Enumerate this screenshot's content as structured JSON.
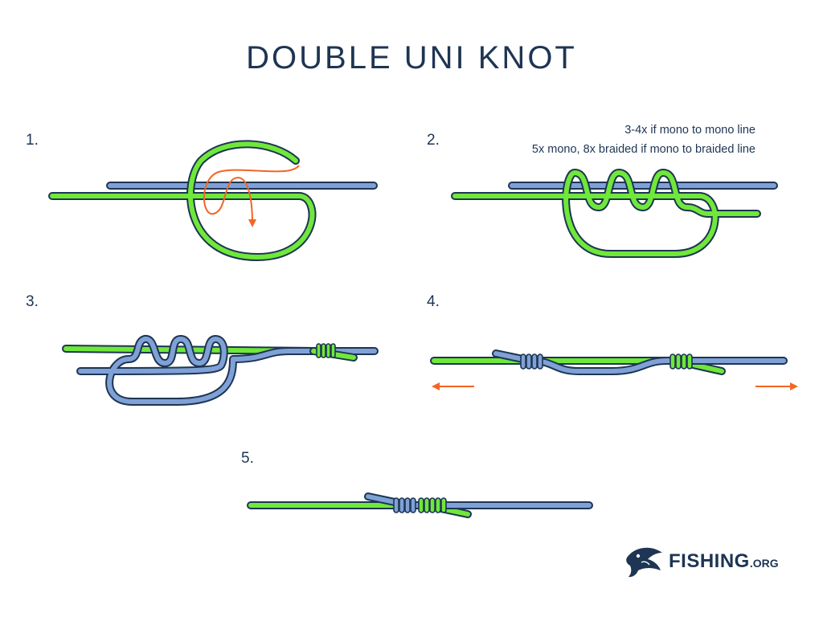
{
  "title": "DOUBLE UNI KNOT",
  "steps": [
    {
      "number": "1."
    },
    {
      "number": "2."
    },
    {
      "number": "3."
    },
    {
      "number": "4."
    },
    {
      "number": "5."
    }
  ],
  "notes": {
    "line1": "3-4x if mono to mono line",
    "line2": "5x mono, 8x braided if mono to braided line"
  },
  "brand": {
    "name": "FISHING",
    "suffix": ".ORG"
  },
  "colors": {
    "green_line": "#6fe83a",
    "blue_line": "#7fa1d6",
    "outline": "#1e3553",
    "arrow": "#f26522"
  }
}
